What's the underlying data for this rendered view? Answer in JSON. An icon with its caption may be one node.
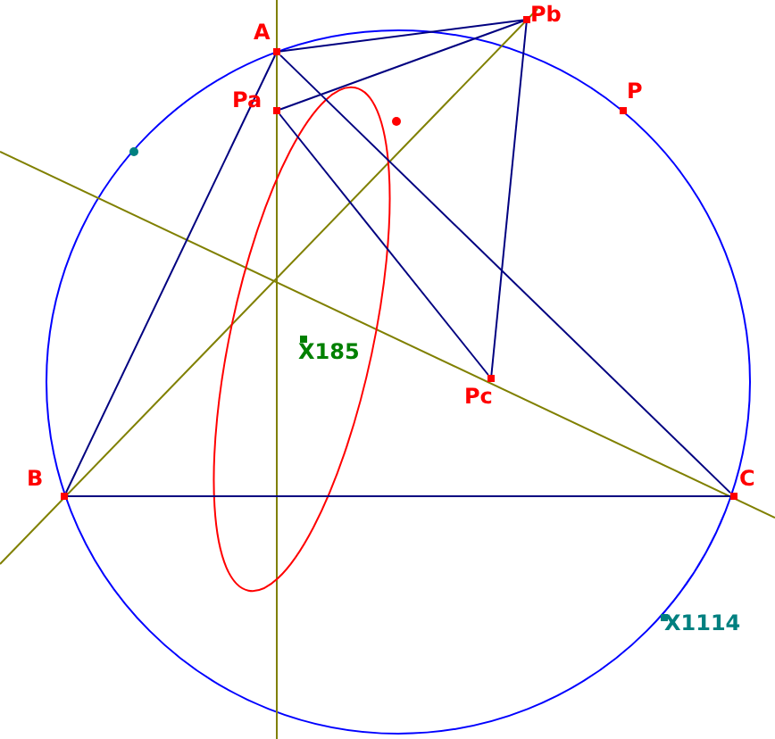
{
  "diagram": {
    "nodes": [
      {
        "text": [
          "A"
        ]
      },
      {
        "text": [
          "B"
        ]
      },
      {
        "text": [
          "C"
        ]
      },
      {
        "text": [
          "Pa"
        ]
      },
      {
        "text": [
          "Pb"
        ]
      },
      {
        "text": [
          "Pc"
        ]
      },
      {
        "text": [
          "P"
        ]
      },
      {
        "text": [
          "X185"
        ]
      },
      {
        "text": [
          "X1114"
        ]
      }
    ],
    "edges": [
      {
        "from": 0,
        "to": 1,
        "arrow": "none"
      },
      {
        "from": 1,
        "to": 2,
        "arrow": "none"
      },
      {
        "from": 0,
        "to": 2,
        "arrow": "none"
      },
      {
        "from": 0,
        "to": 4,
        "arrow": "none"
      },
      {
        "from": 3,
        "to": 4,
        "arrow": "none"
      },
      {
        "from": 4,
        "to": 5,
        "arrow": "none"
      },
      {
        "from": 3,
        "to": 5,
        "arrow": "none"
      }
    ]
  }
}
